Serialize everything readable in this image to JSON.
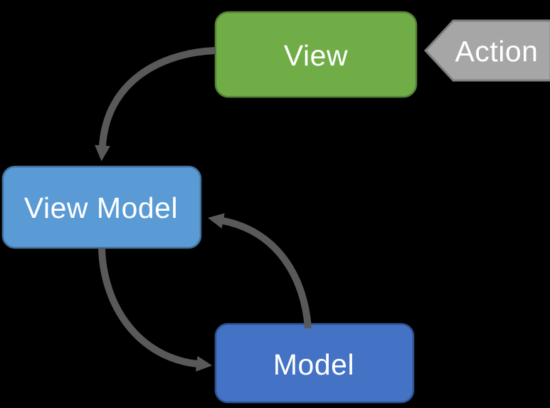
{
  "background": "#000000",
  "diagram": {
    "type": "flow",
    "pattern": "MVVM",
    "arrow_color": "#595959",
    "text_color": "#FFFFFF",
    "nodes": [
      {
        "id": "view",
        "label": "View",
        "shape": "rounded-rect",
        "fill": "#70AD47",
        "border": "#548235"
      },
      {
        "id": "action",
        "label": "Action",
        "shape": "left-arrow-pentagon",
        "fill": "#A6A6A6",
        "border": "#7F7F7F"
      },
      {
        "id": "view-model",
        "label": "View Model",
        "shape": "rounded-rect",
        "fill": "#5B9BD5",
        "border": "#41719C"
      },
      {
        "id": "model",
        "label": "Model",
        "shape": "rounded-rect",
        "fill": "#4472C4",
        "border": "#2F528F"
      }
    ],
    "edges": [
      {
        "from": "view",
        "to": "view-model",
        "style": "curved-arrow"
      },
      {
        "from": "view-model",
        "to": "model",
        "style": "curved-arrow"
      },
      {
        "from": "model",
        "to": "view-model",
        "style": "curved-arrow"
      },
      {
        "from": "action",
        "to": "view",
        "style": "shape-points-into"
      }
    ]
  }
}
